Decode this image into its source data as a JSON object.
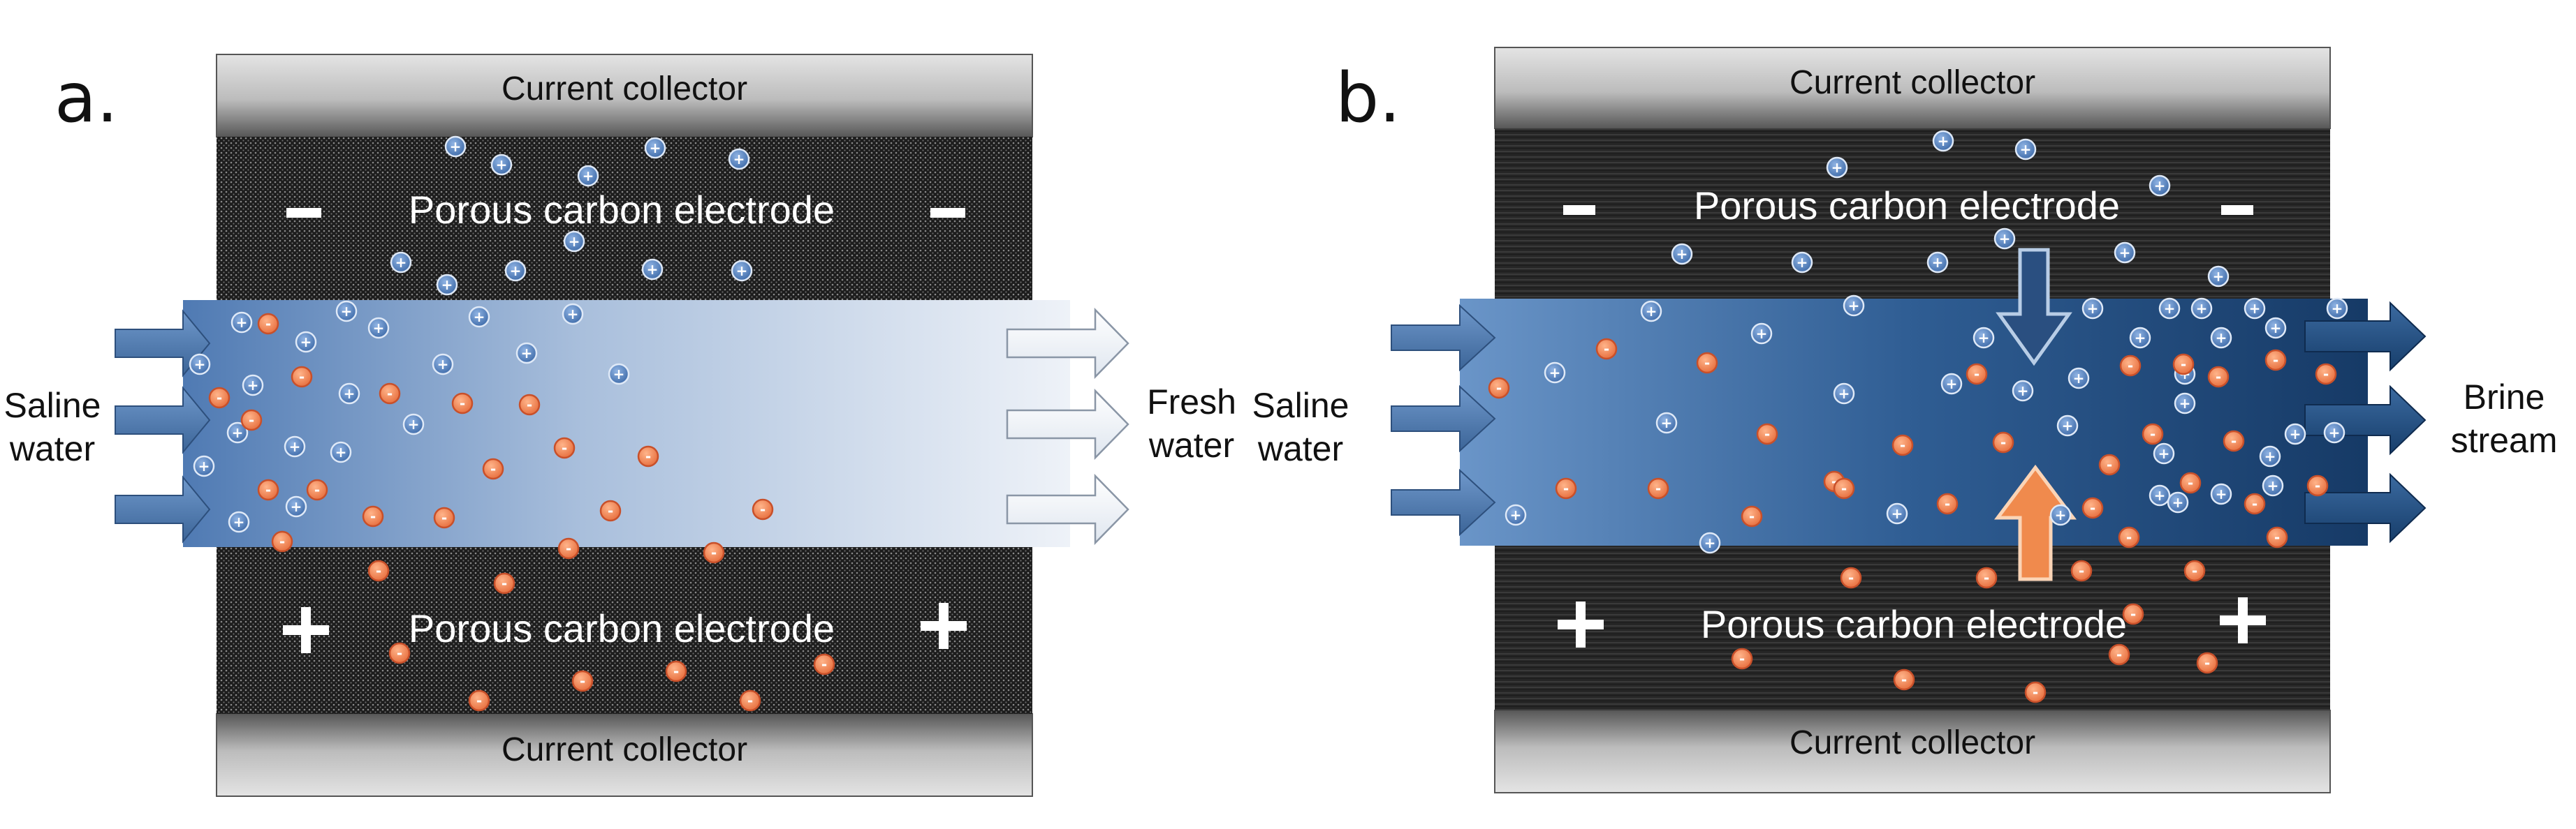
{
  "panel_a": {
    "letter": "a.",
    "top_collector": "Current collector",
    "bottom_collector": "Current collector",
    "top_electrode": "Porous carbon electrode",
    "bottom_electrode": "Porous carbon electrode",
    "top_sign": "-",
    "bottom_sign": "+",
    "inlet": "Saline\nwater",
    "outlet": "Fresh\nwater"
  },
  "panel_b": {
    "letter": "b.",
    "top_collector": "Current collector",
    "bottom_collector": "Current collector",
    "top_electrode": "Porous carbon electrode",
    "bottom_electrode": "Porous carbon electrode",
    "top_sign": "-",
    "bottom_sign": "+",
    "inlet": "Saline\nwater",
    "outlet": "Brine\nstream"
  },
  "ion_symbols": {
    "cation": "+",
    "anion": "-"
  },
  "colors": {
    "cation_fill": "#4a78b8",
    "anion_fill": "#f08a5d",
    "electrode_dark": "#262626",
    "collector_light": "#d8d8d8",
    "collector_dark": "#5a5a5a",
    "channel_a_start": "#4f7ab3",
    "channel_a_end": "#eef2f8",
    "channel_b_start": "#6a95c8",
    "channel_b_end": "#163a66",
    "arrow_down": "#2a4f80",
    "arrow_up": "#f08a4d"
  }
}
